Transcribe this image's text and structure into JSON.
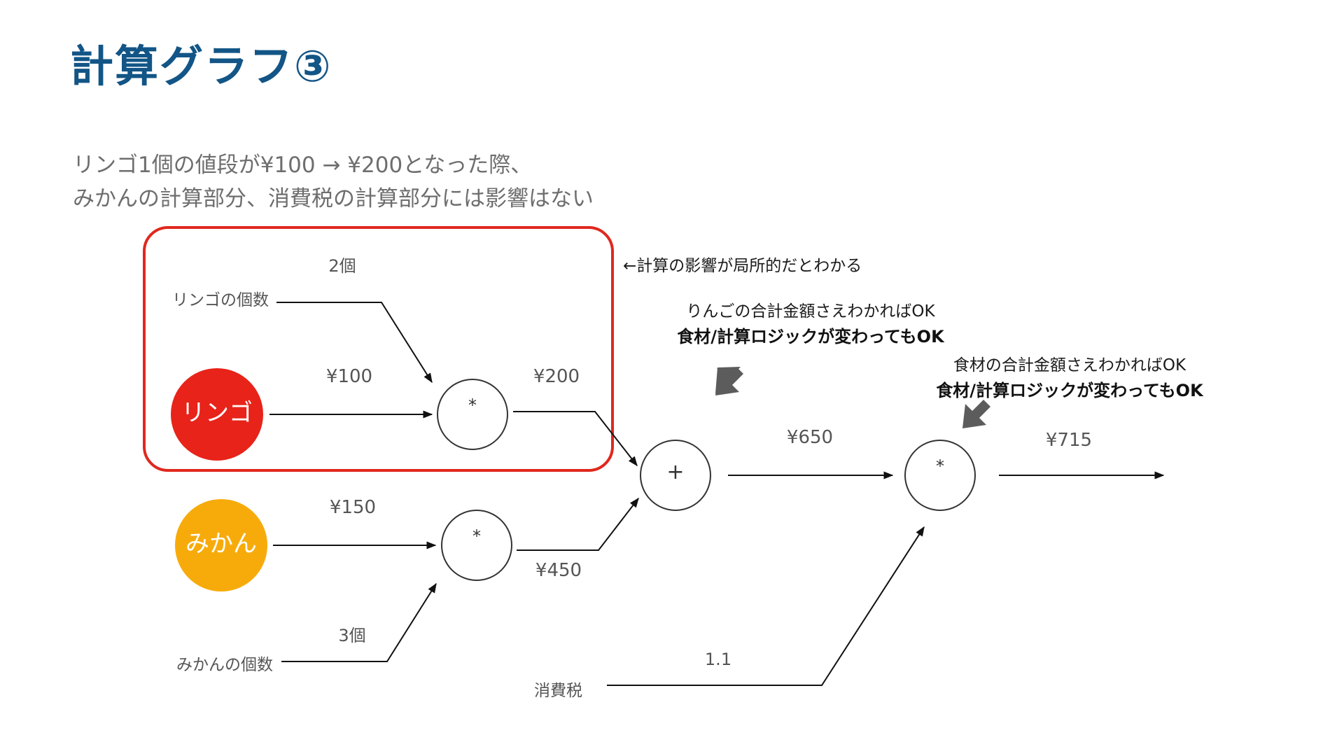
{
  "slide": {
    "title": "計算グラフ③",
    "description_line1": "リンゴ1個の値段が¥100 → ¥200となった際、",
    "description_line2": "みかんの計算部分、消費税の計算部分には影響はない"
  },
  "colors": {
    "title": "#125586",
    "apple": "#e8231a",
    "orange": "#f7ab0b",
    "highlight_box": "#e0281e",
    "callout_arrow": "#5c5c5c"
  },
  "nodes": {
    "apple": "リンゴ",
    "orange": "みかん",
    "multiply": "*",
    "add": "+"
  },
  "inputs": {
    "apple_count_label": "リンゴの個数",
    "apple_count_value": "2個",
    "orange_count_label": "みかんの個数",
    "orange_count_value": "3個",
    "tax_label": "消費税",
    "tax_value": "1.1"
  },
  "edges": {
    "apple_price": "¥100",
    "apple_total": "¥200",
    "orange_price": "¥150",
    "orange_total": "¥450",
    "sum_total": "¥650",
    "final_total": "¥715"
  },
  "annotations": {
    "local_effect": "←計算の影響が局所的だとわかる",
    "apple_note_line1": "りんごの合計金額さえわかればOK",
    "apple_note_line2": "食材/計算ロジックが変わってもOK",
    "food_note_line1": "食材の合計金額さえわかればOK",
    "food_note_line2": "食材/計算ロジックが変わってもOK"
  }
}
